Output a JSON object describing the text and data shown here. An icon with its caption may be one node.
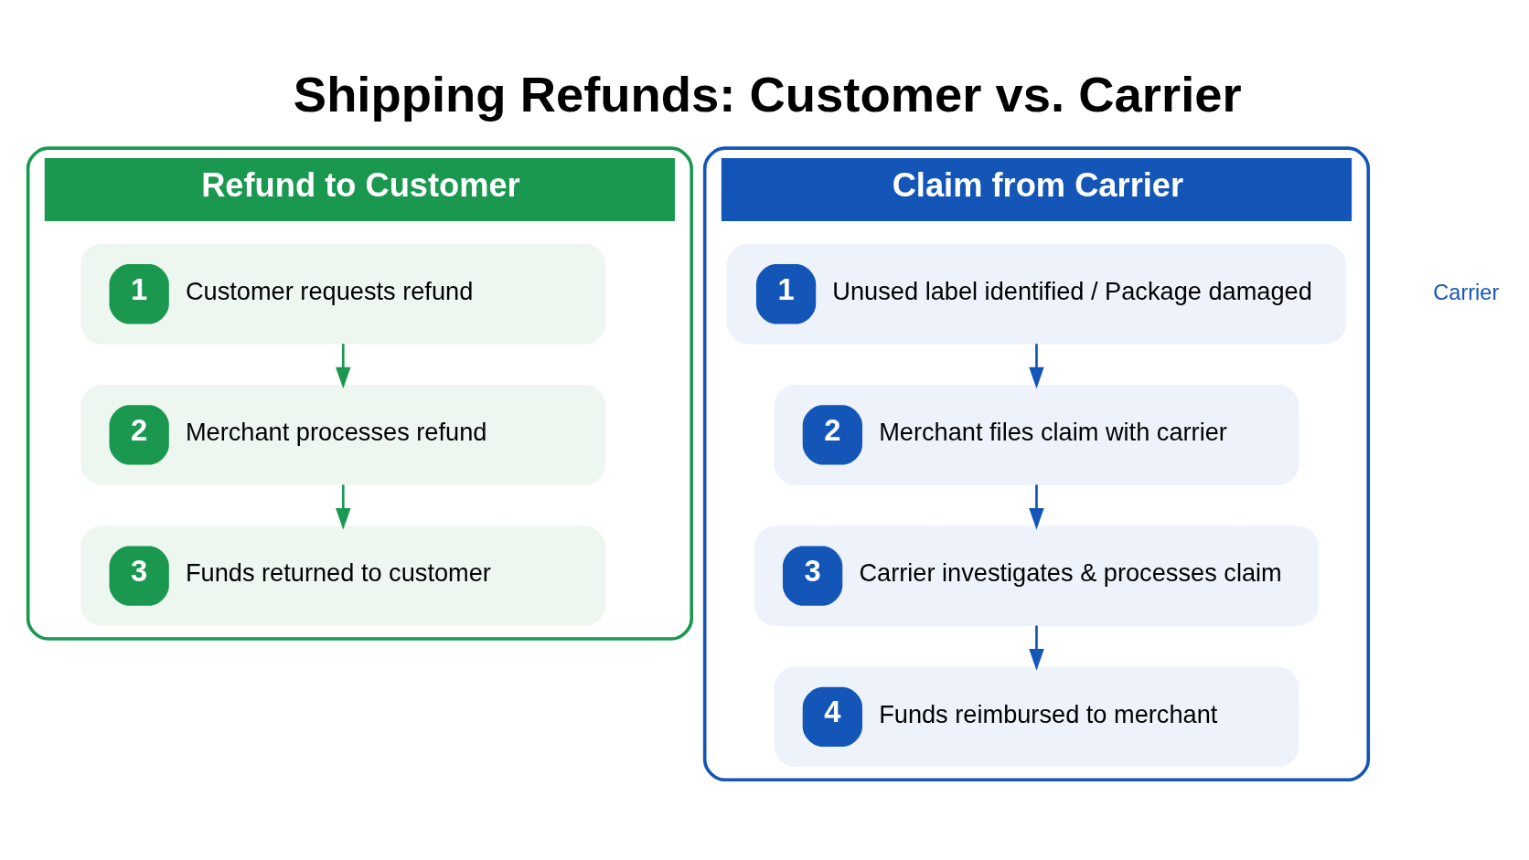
{
  "diagram": {
    "title": "Shipping Refunds: Customer vs. Carrier",
    "nodes": [
      {
        "text": [
          "Refund to Customer"
        ]
      },
      {
        "text": [
          "1",
          "Customer requests refund"
        ],
        "in": 0
      },
      {
        "text": [
          "2",
          "Merchant processes refund"
        ],
        "in": 0
      },
      {
        "text": [
          "3",
          "Funds returned to customer"
        ],
        "in": 0
      },
      {
        "text": [
          "Claim from Carrier"
        ]
      },
      {
        "text": [
          "1",
          "Unused label identified / Package damaged"
        ],
        "in": 4
      },
      {
        "text": [
          "2",
          "Merchant files claim with carrier"
        ],
        "in": 4
      },
      {
        "text": [
          "3",
          "Carrier investigates & processes claim"
        ],
        "in": 4
      },
      {
        "text": [
          "4",
          "Funds reimbursed to merchant"
        ],
        "in": 4
      }
    ],
    "edges": [
      {
        "from": 1,
        "to": 2,
        "arrow": "to",
        "color": "#1a9850"
      },
      {
        "from": 2,
        "to": 3,
        "arrow": "to",
        "color": "#1a9850"
      },
      {
        "from": 5,
        "to": 6,
        "arrow": "to"
      },
      {
        "from": 6,
        "to": 7,
        "arrow": "to"
      },
      {
        "from": 7,
        "to": 8,
        "arrow": "to"
      }
    ],
    "labels": [
      "Carrier"
    ]
  }
}
